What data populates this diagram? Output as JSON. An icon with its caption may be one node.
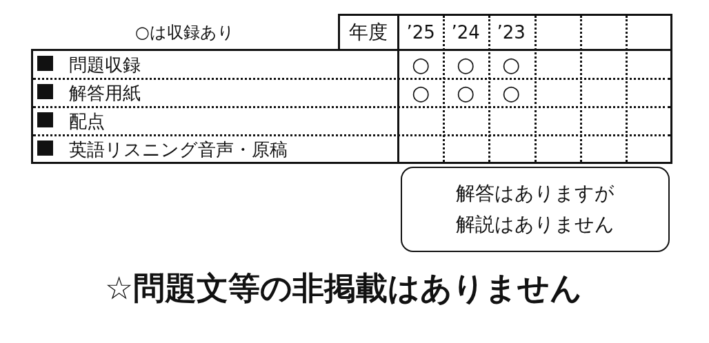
{
  "diagram": {
    "nodes": [
      {
        "text": [
          "解答はありますが解説はありません"
        ]
      }
    ],
    "edges": [],
    "labels": [
      "○は収録あり",
      "年度",
      "’25",
      "’24",
      "’23",
      "問題収録",
      "○",
      "○",
      "○",
      "解答用紙",
      "○",
      "○",
      "○",
      "配点",
      "英語リスニング音声・原稿",
      "☆問題文等の非掲載はありません"
    ]
  }
}
